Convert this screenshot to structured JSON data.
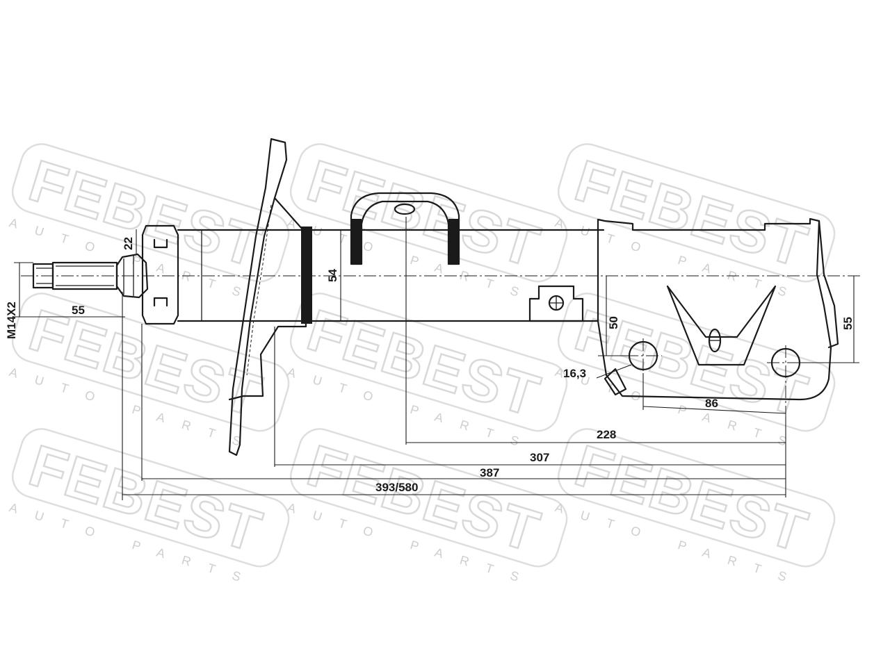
{
  "watermark": {
    "brand": "FEBEST",
    "subtitle": "AUTO PARTS"
  },
  "dimensions": {
    "thread": "M14X2",
    "rod_length": "55",
    "nut_height": "22",
    "tube_diameter": "54",
    "bracket_height": "50",
    "bracket_total_height": "55",
    "hole_diameter": "16,3",
    "hole_spacing": "86",
    "len_228": "228",
    "len_307": "307",
    "len_387": "387",
    "len_total": "393/580"
  },
  "colors": {
    "line": "#1a1a1a",
    "watermark": "#d9d9d9",
    "background": "#ffffff"
  }
}
